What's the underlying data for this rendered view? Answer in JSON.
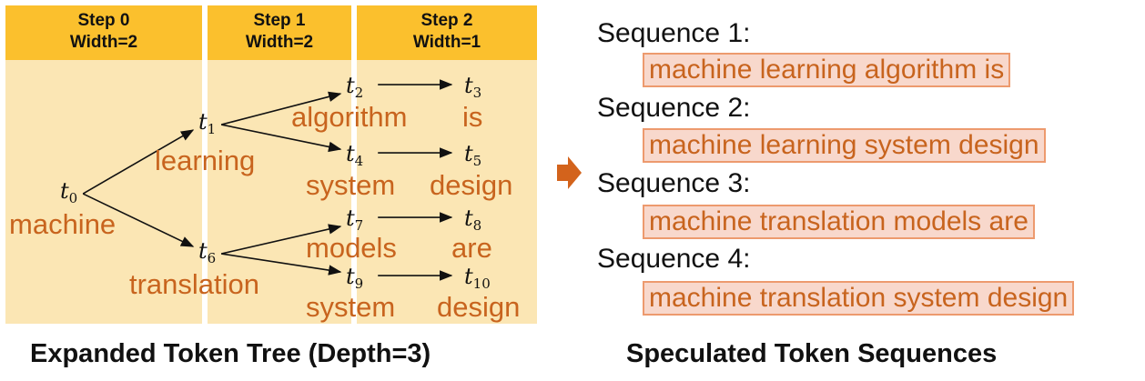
{
  "columns": [
    {
      "step": "Step 0",
      "width": "Width=2"
    },
    {
      "step": "Step 1",
      "width": "Width=2"
    },
    {
      "step": "Step 2",
      "width": "Width=1"
    }
  ],
  "tokens": [
    {
      "base": "t",
      "sub": "0",
      "word": "machine"
    },
    {
      "base": "t",
      "sub": "1",
      "word": "learning"
    },
    {
      "base": "t",
      "sub": "2",
      "word": "algorithm"
    },
    {
      "base": "t",
      "sub": "3",
      "word": "is"
    },
    {
      "base": "t",
      "sub": "4",
      "word": "system"
    },
    {
      "base": "t",
      "sub": "5",
      "word": "design"
    },
    {
      "base": "t",
      "sub": "6",
      "word": "translation"
    },
    {
      "base": "t",
      "sub": "7",
      "word": "models"
    },
    {
      "base": "t",
      "sub": "8",
      "word": "are"
    },
    {
      "base": "t",
      "sub": "9",
      "word": "system"
    },
    {
      "base": "t",
      "sub": "10",
      "word": "design"
    }
  ],
  "edges": [
    [
      0,
      1
    ],
    [
      0,
      6
    ],
    [
      1,
      2
    ],
    [
      1,
      4
    ],
    [
      2,
      3
    ],
    [
      4,
      5
    ],
    [
      6,
      7
    ],
    [
      6,
      9
    ],
    [
      7,
      8
    ],
    [
      9,
      10
    ]
  ],
  "tree_caption": "Expanded Token Tree (Depth=3)",
  "sequences_caption": "Speculated Token Sequences",
  "sequences": [
    {
      "label": "Sequence 1:",
      "text": "machine learning algorithm is"
    },
    {
      "label": "Sequence 2:",
      "text": "machine learning system design"
    },
    {
      "label": "Sequence 3:",
      "text": "machine translation models are"
    },
    {
      "label": "Sequence 4:",
      "text": "machine translation system design"
    }
  ],
  "colors": {
    "header": "#fbc02d",
    "panel": "#fbe6b4",
    "word": "#c8641e",
    "arrow": "#d3631c",
    "box_fill": "#f8d8cc",
    "box_border": "#ed9a6e"
  }
}
